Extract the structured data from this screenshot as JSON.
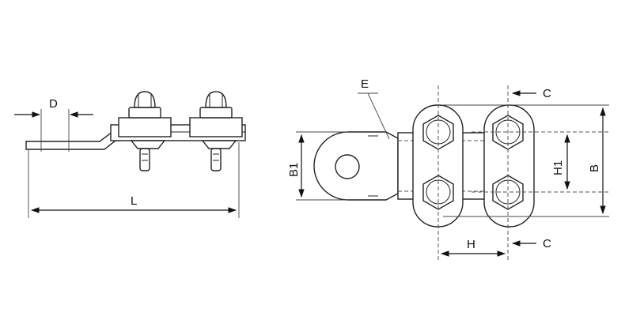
{
  "labels": {
    "d": "D",
    "l": "L",
    "e": "E",
    "c_top": "C",
    "c_bottom": "C",
    "b1": "B1",
    "h1": "H1",
    "b": "B",
    "h": "H"
  }
}
